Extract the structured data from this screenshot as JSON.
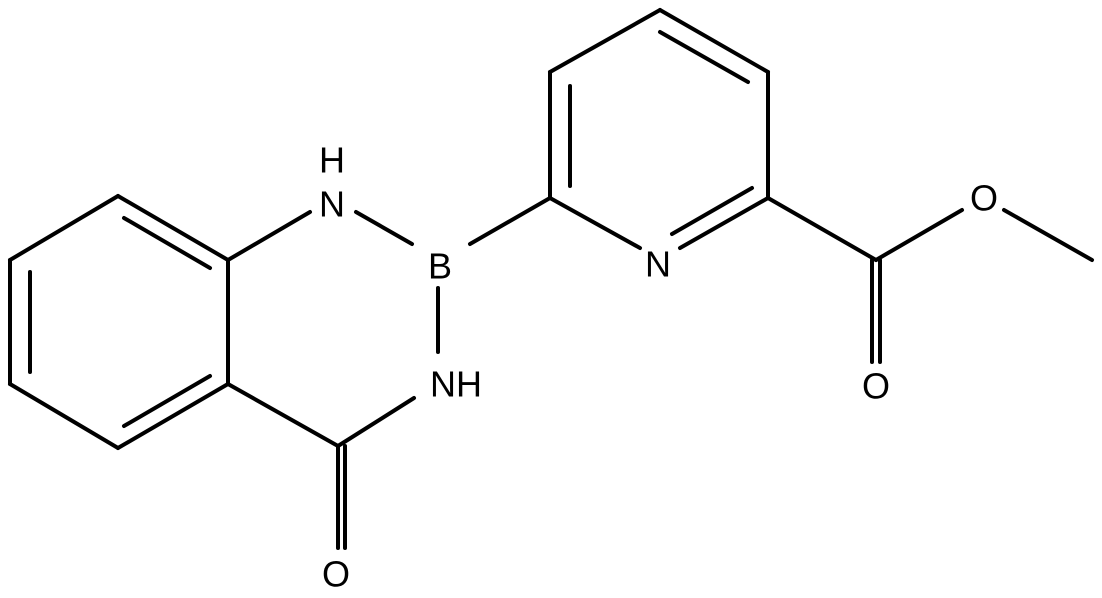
{
  "atoms": {
    "nh_top": {
      "h": "H",
      "n": "N"
    },
    "boron": "B",
    "nh_right": "NH",
    "carbonyl_o": "O",
    "pyridine_n": "N",
    "ester_o_single": "O",
    "ester_o_double": "O"
  },
  "colors": {
    "bond": "#000000",
    "background": "#ffffff"
  }
}
